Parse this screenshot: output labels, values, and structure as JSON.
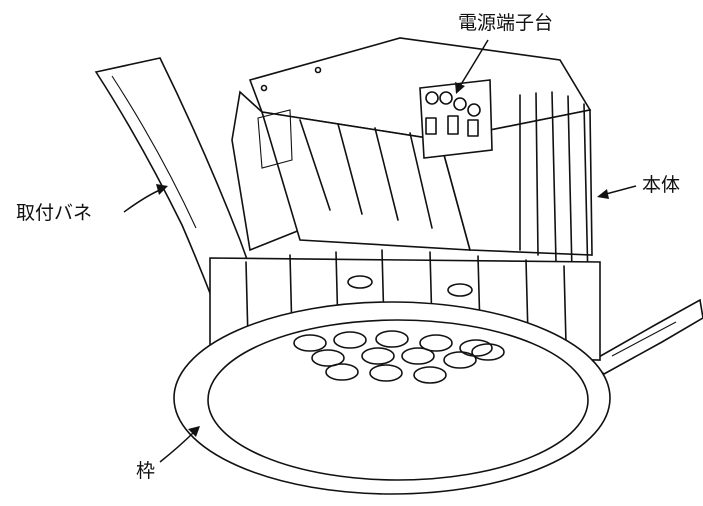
{
  "labels": {
    "power_terminal": "電源端子台",
    "body": "本体",
    "mounting_spring": "取付バネ",
    "frame": "枠"
  }
}
